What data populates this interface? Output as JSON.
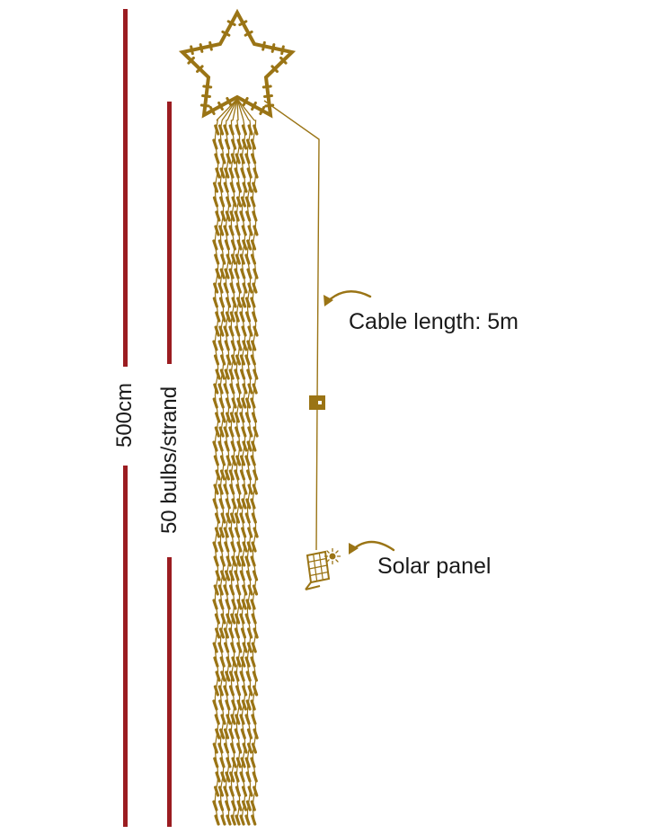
{
  "measurements": {
    "total_height_label": "500cm",
    "strand_label": "50 bulbs/strand"
  },
  "callouts": {
    "cable_label": "Cable length: 5m",
    "solar_label": "Solar panel"
  },
  "icons": {
    "star": "star-light-icon",
    "strand": "bulb-strand-icon",
    "box": "control-box-icon",
    "solar": "solar-panel-icon"
  },
  "colors": {
    "measure_bar": "#9b1c21",
    "lights": "#9a7415",
    "text": "#1a1a1a"
  }
}
